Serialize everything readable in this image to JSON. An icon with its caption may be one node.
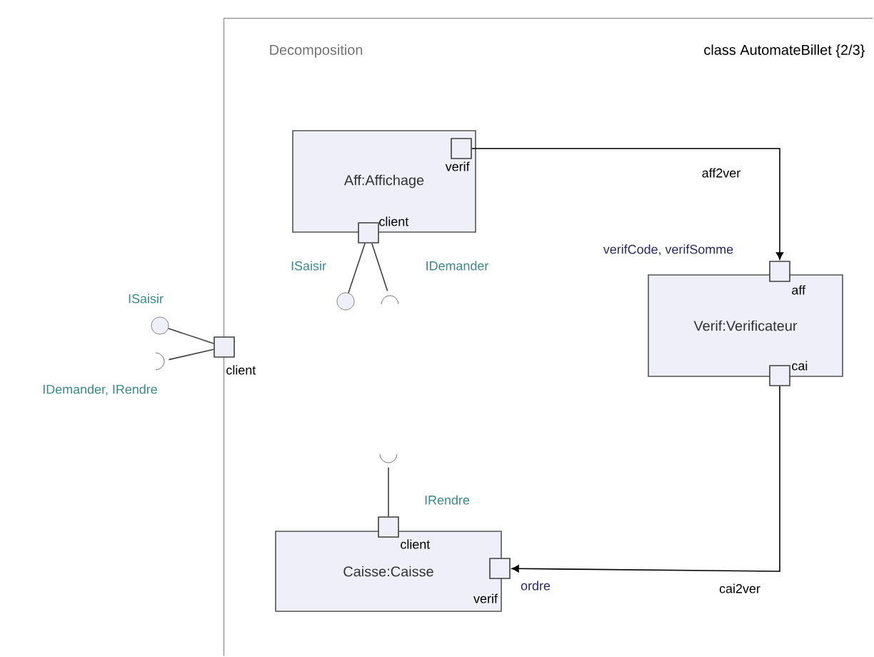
{
  "diagram": {
    "nodes": [
      {
        "text": [
          "Decomposition",
          "class AutomateBillet {2/3}"
        ]
      },
      {
        "text": [
          "Aff:Affichage"
        ],
        "in": 0
      },
      {
        "text": [],
        "shape": "box",
        "beside": [
          "verif"
        ],
        "in": 1
      },
      {
        "text": [],
        "shape": "box",
        "beside": [
          "client"
        ],
        "in": 0
      },
      {
        "text": [],
        "shape": "circle",
        "beside": [
          "ISaisir"
        ],
        "in": 0
      },
      {
        "text": [],
        "shape": "socket",
        "beside": [
          "IDemander"
        ],
        "in": 0
      },
      {
        "text": [
          "Verif:Verificateur"
        ],
        "in": 0
      },
      {
        "text": [],
        "shape": "box",
        "beside": [
          "aff"
        ],
        "in": 0
      },
      {
        "text": [],
        "shape": "box",
        "beside": [
          "cai"
        ],
        "in": 0
      },
      {
        "text": [
          "Caisse:Caisse"
        ],
        "in": 0
      },
      {
        "text": [],
        "shape": "box",
        "beside": [
          "client"
        ],
        "in": 0
      },
      {
        "text": [],
        "shape": "box",
        "in": 0
      },
      {
        "text": [],
        "shape": "socket",
        "beside": [
          "IRendre"
        ],
        "in": 0
      },
      {
        "text": [],
        "shape": "box",
        "beside": [
          "client"
        ]
      },
      {
        "text": [],
        "shape": "circle",
        "beside": [
          "ISaisir"
        ]
      },
      {
        "text": [],
        "shape": "socket",
        "beside": [
          "IDemander, IRendre"
        ]
      }
    ],
    "edges": [
      {
        "from": 2,
        "to": 7,
        "arrow": "to",
        "label": "aff2ver"
      },
      {
        "from": 8,
        "to": 11,
        "arrow": "to",
        "label": "cai2ver"
      },
      {
        "from": 3,
        "to": 4,
        "arrow": "none"
      },
      {
        "from": 3,
        "to": 5,
        "arrow": "none"
      },
      {
        "from": 10,
        "to": 12,
        "arrow": "none"
      },
      {
        "from": 13,
        "to": 14,
        "arrow": "none"
      },
      {
        "from": 13,
        "to": 15,
        "arrow": "none"
      }
    ],
    "labels": [
      "verifCode, verifSomme",
      "verif",
      "ordre"
    ]
  }
}
